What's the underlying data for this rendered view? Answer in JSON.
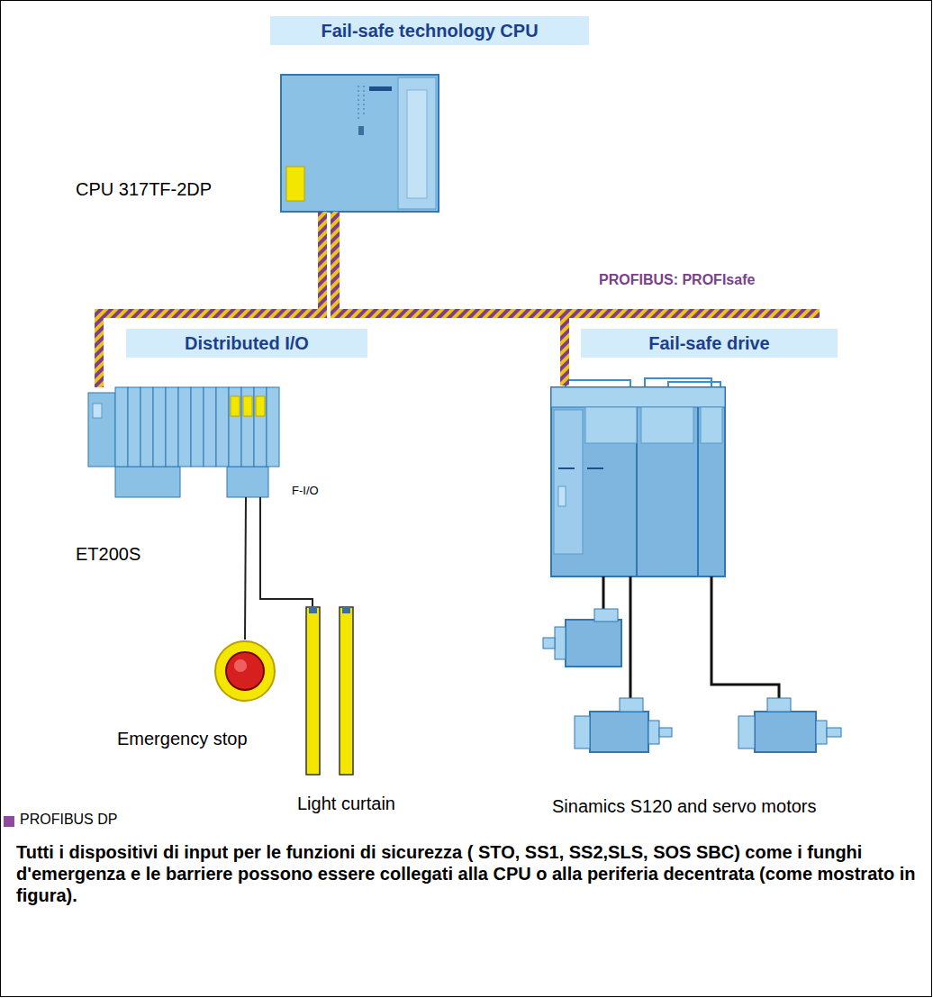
{
  "diagram": {
    "caption": "Tutti i dispositivi di input per le funzioni di sicurezza ( STO, SS1, SS2,SLS, SOS SBC) come i funghi d'emergenza e le barriere possono essere collegati alla CPU o alla periferia decentrata (come mostrato in figura).",
    "nodes": [
      {
        "text": [
          "Fail-safe technology CPU",
          "CPU 317TF-2DP"
        ]
      },
      {
        "text": [
          "Distributed I/O",
          "ET200S"
        ]
      },
      {
        "text": [
          "Emergency stop"
        ]
      },
      {
        "text": [
          "Light curtain"
        ]
      },
      {
        "text": [
          "Fail-safe drive",
          "Sinamics S120 and servo motors"
        ]
      }
    ],
    "edges": [
      {
        "from": 0,
        "to": 1,
        "arrow": "none"
      },
      {
        "from": 0,
        "to": 4,
        "arrow": "none"
      },
      {
        "from": 1,
        "to": 2,
        "arrow": "none"
      },
      {
        "from": 1,
        "to": 3,
        "arrow": "none"
      }
    ],
    "labels": [
      "PROFIBUS: PROFIsafe",
      "F-I/O"
    ],
    "legend": [
      {
        "text": "PROFIBUS DP",
        "color": "#8e4a9e"
      }
    ]
  }
}
